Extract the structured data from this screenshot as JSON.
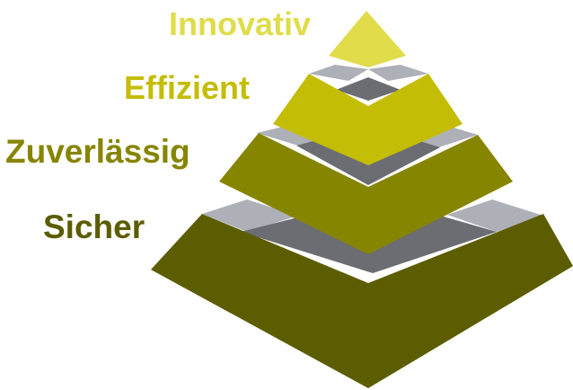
{
  "tiers": [
    {
      "label": "Innovativ",
      "color": "#e0dc4a"
    },
    {
      "label": "Effizient",
      "color": "#c4bd05"
    },
    {
      "label": "Zuverlässig",
      "color": "#868500"
    },
    {
      "label": "Sicher",
      "color": "#5c5c00"
    }
  ],
  "colors": {
    "ledge_light": "#aeb0b8",
    "ledge_dark": "#6b6d73",
    "ledge_mid": "#8e9097"
  }
}
